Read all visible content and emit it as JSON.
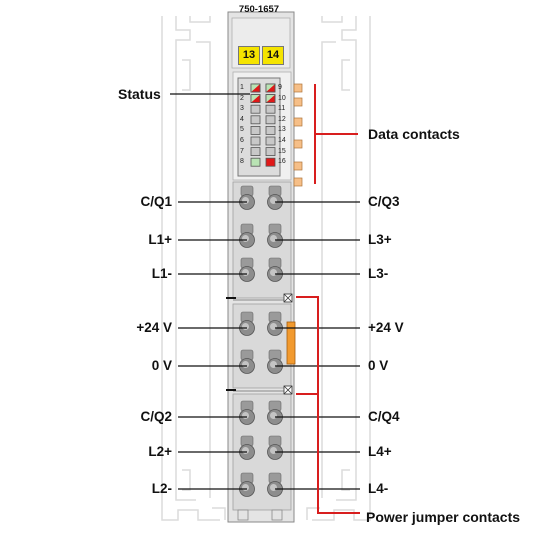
{
  "module_number": "750-1657",
  "channel_badges": [
    "13",
    "14"
  ],
  "annotations": {
    "status": "Status",
    "data_contacts": "Data contacts",
    "power_jumper_contacts": "Power jumper contacts"
  },
  "led_numbers_left": [
    "1",
    "2",
    "3",
    "4",
    "5",
    "6",
    "7",
    "8"
  ],
  "led_numbers_right": [
    "9",
    "10",
    "11",
    "12",
    "13",
    "14",
    "15",
    "16"
  ],
  "terminals_left": [
    "C/Q1",
    "L1+",
    "L1-",
    "+24 V",
    "0 V",
    "C/Q2",
    "L2+",
    "L2-"
  ],
  "terminals_right": [
    "C/Q3",
    "L3+",
    "L3-",
    "+24 V",
    "0 V",
    "C/Q4",
    "L4+",
    "L4-"
  ],
  "colors": {
    "accent_red": "#d81e1e",
    "badge_yellow": "#f5e400",
    "jumper_orange": "#f29a2e",
    "led_green": "#b9e3b4",
    "led_red": "#e01818"
  }
}
